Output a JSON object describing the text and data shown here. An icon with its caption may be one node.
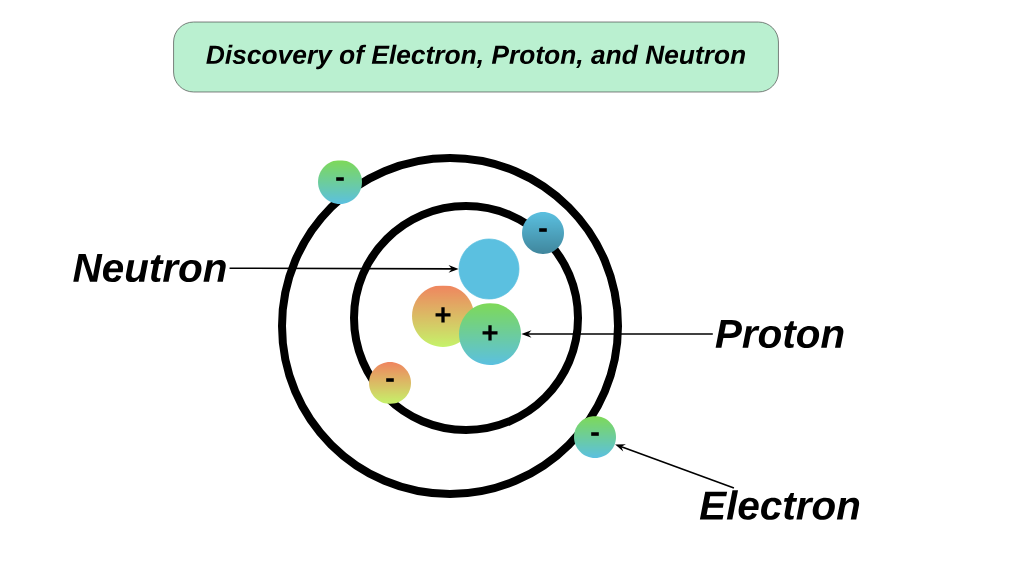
{
  "diagram": {
    "title": "Discovery of Electron, Proton, and Neutron",
    "nodes": [
      {
        "text": [
          "Neutron"
        ]
      },
      {
        "text": [
          "-"
        ]
      },
      {
        "text": [
          "-"
        ]
      },
      {
        "text": [],
        "shape": "circle"
      },
      {
        "text": [
          "+"
        ]
      },
      {
        "text": [
          "Proton"
        ]
      },
      {
        "text": [
          "+"
        ]
      },
      {
        "text": [
          "-"
        ]
      },
      {
        "text": [
          "-"
        ]
      },
      {
        "text": [
          "Electron"
        ]
      }
    ],
    "edges": [
      {
        "from": 0,
        "to": 3,
        "arrow": "to"
      },
      {
        "from": 5,
        "to": 6,
        "arrow": "to"
      },
      {
        "from": 9,
        "to": 8,
        "arrow": "to"
      }
    ]
  }
}
